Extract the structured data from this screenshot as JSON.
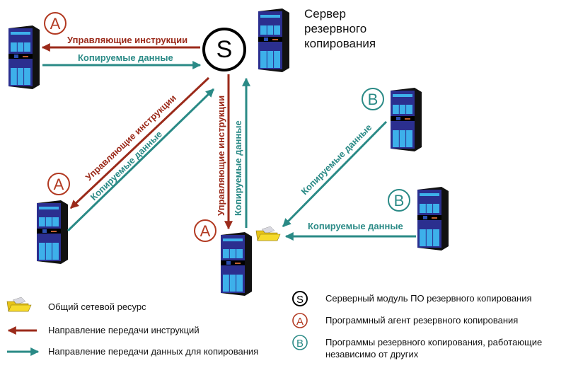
{
  "server": {
    "title_lines": [
      "Сервер",
      "резервного",
      "копирования"
    ],
    "badge": "S"
  },
  "labels": {
    "instructions": "Управляющие инструкции",
    "copied_data": "Копируемые данные"
  },
  "badges": {
    "agent": "A",
    "independent": "B",
    "server": "S"
  },
  "colors": {
    "instructions": "#9b2a1a",
    "data": "#2a8a86",
    "server_badge": "#000000",
    "folder": "#f2d21e",
    "server_dark": "#2b2f8f",
    "server_light": "#3db0ea"
  },
  "legend": {
    "left": [
      {
        "icon": "folder-icon",
        "text": "Общий сетевой ресурс"
      },
      {
        "icon": "red-arrow-icon",
        "text": "Направление передачи инструкций"
      },
      {
        "icon": "teal-arrow-icon",
        "text": "Направление передачи данных для копирования"
      }
    ],
    "right": [
      {
        "badge": "S",
        "text": "Серверный модуль ПО резервного копирования"
      },
      {
        "badge": "A",
        "text": "Программный агент резервного копирования"
      },
      {
        "badge": "B",
        "text_lines": [
          "Программы резервного копирования, работающие",
          "независимо от других"
        ]
      }
    ]
  }
}
